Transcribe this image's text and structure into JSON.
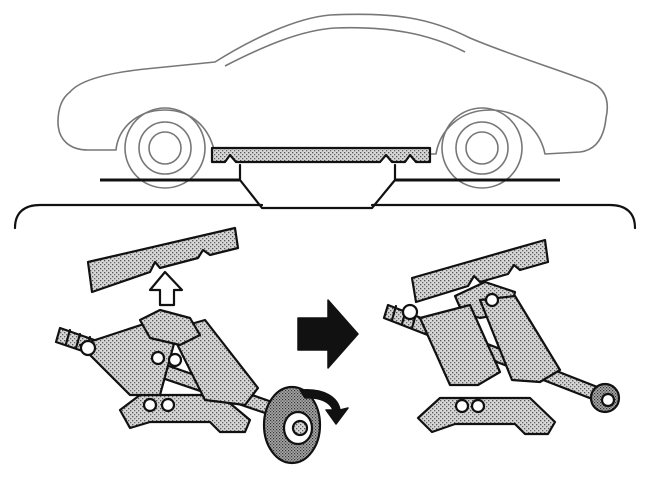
{
  "diagram": {
    "panels": [
      {
        "id": "car-overview",
        "description_text": ""
      },
      {
        "id": "jack-before",
        "description_text": ""
      },
      {
        "id": "jack-after",
        "description_text": ""
      }
    ],
    "arrows": [
      {
        "id": "lift-direction",
        "meaning": "up"
      },
      {
        "id": "sequence",
        "meaning": "next-step"
      },
      {
        "id": "crank-rotation",
        "meaning": "clockwise"
      }
    ],
    "colors": {
      "line": "#111111",
      "shade": "#9a9a9a",
      "background": "#ffffff"
    }
  }
}
